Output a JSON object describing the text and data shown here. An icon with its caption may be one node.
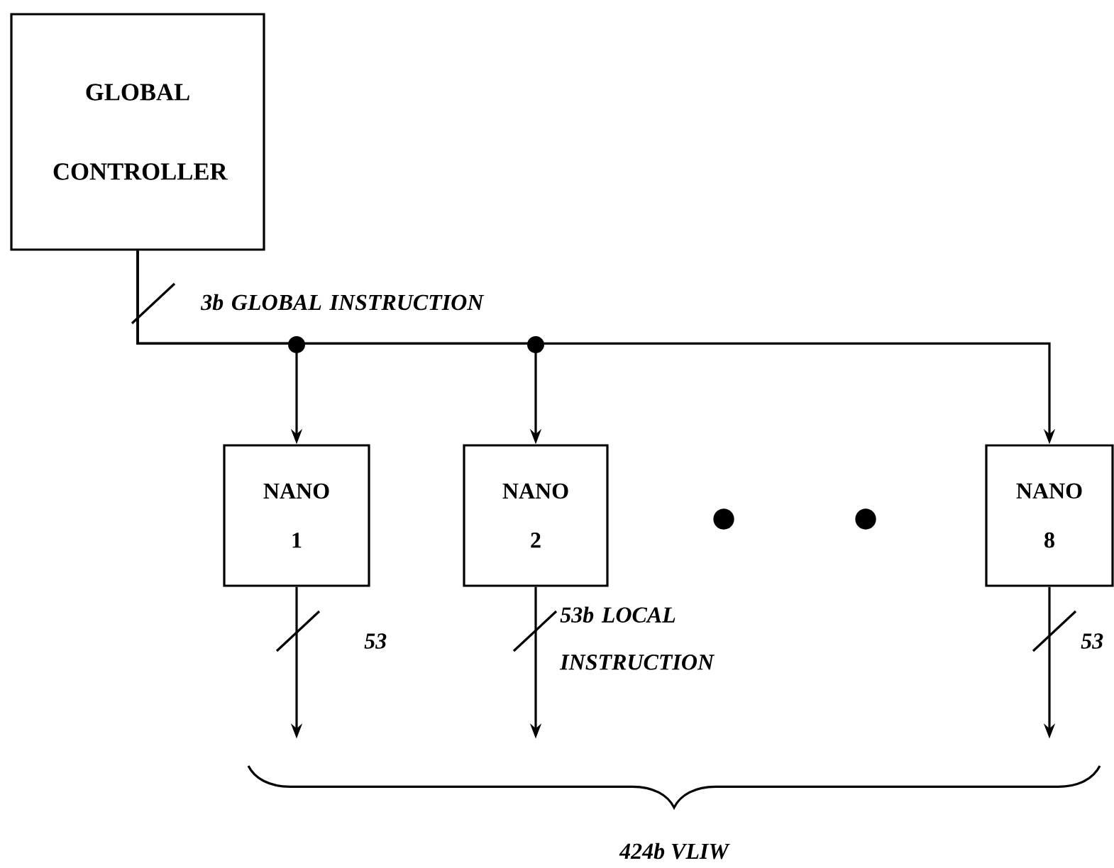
{
  "diagram": {
    "nodes": [
      {
        "text": [
          "GLOBAL CONTROLLER"
        ]
      },
      {
        "text": [
          "NANO 1"
        ]
      },
      {
        "text": [
          "NANO 2"
        ]
      },
      {
        "text": [
          "NANO 8"
        ]
      }
    ],
    "edges": [
      {
        "from": 0,
        "to": 1,
        "arrow": "to",
        "label": "3b GLOBAL INSTRUCTION"
      },
      {
        "from": 0,
        "to": 2,
        "arrow": "to"
      },
      {
        "from": 0,
        "to": 3,
        "arrow": "to"
      },
      {
        "from": 1,
        "to": null,
        "arrow": "to",
        "label": "53"
      },
      {
        "from": 2,
        "to": null,
        "arrow": "to",
        "label": "53b LOCAL INSTRUCTION"
      },
      {
        "from": 3,
        "to": null,
        "arrow": "to",
        "label": "53"
      }
    ],
    "labels": [
      "424b VLIW"
    ]
  }
}
